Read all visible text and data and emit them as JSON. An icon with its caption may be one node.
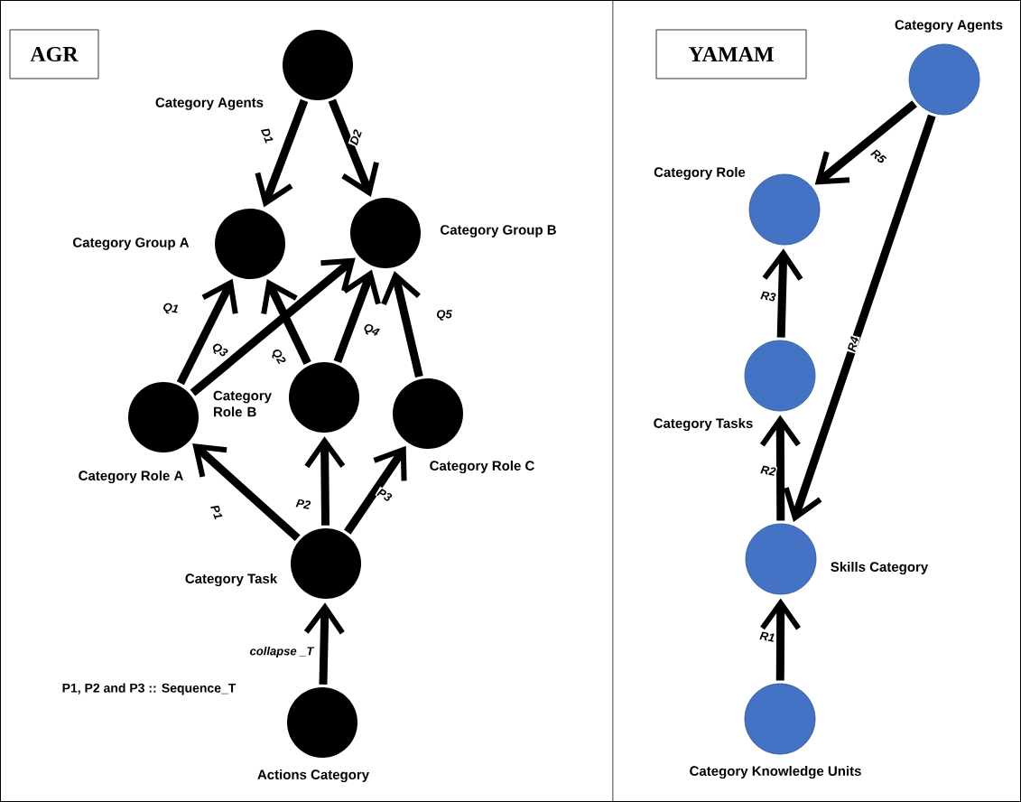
{
  "diagram": {
    "nodes": [
      {
        "text": [
          "AGR"
        ]
      },
      {
        "text": [
          "Category Agents"
        ]
      },
      {
        "text": [
          "Category Group A"
        ]
      },
      {
        "text": [
          "Category Group B"
        ]
      },
      {
        "text": [
          "Category Role A"
        ]
      },
      {
        "text": [
          "Category Role B"
        ]
      },
      {
        "text": [
          "Category Role C"
        ]
      },
      {
        "text": [
          "Category Task"
        ]
      },
      {
        "text": [
          "Actions Category"
        ]
      },
      {
        "text": [
          "YAMAM"
        ]
      },
      {
        "text": [
          "Category Agents"
        ]
      },
      {
        "text": [
          "Category Role"
        ]
      },
      {
        "text": [
          "Category Tasks"
        ]
      },
      {
        "text": [
          "Skills Category"
        ]
      },
      {
        "text": [
          "Category Knowledge Units"
        ]
      }
    ],
    "edges": [
      {
        "from": 1,
        "to": 2,
        "arrow": "to",
        "label": "D1"
      },
      {
        "from": 1,
        "to": 3,
        "arrow": "to",
        "label": "D2"
      },
      {
        "from": 4,
        "to": 2,
        "arrow": "to",
        "label": "Q1"
      },
      {
        "from": 4,
        "to": 3,
        "arrow": "to",
        "label": "Q3"
      },
      {
        "from": 5,
        "to": 2,
        "arrow": "to",
        "label": "Q2"
      },
      {
        "from": 5,
        "to": 3,
        "arrow": "to",
        "label": "Q4"
      },
      {
        "from": 6,
        "to": 3,
        "arrow": "to",
        "label": "Q5"
      },
      {
        "from": 7,
        "to": 4,
        "arrow": "to",
        "label": "P1"
      },
      {
        "from": 7,
        "to": 5,
        "arrow": "to",
        "label": "P2"
      },
      {
        "from": 7,
        "to": 6,
        "arrow": "to",
        "label": "P3"
      },
      {
        "from": 8,
        "to": 7,
        "arrow": "to",
        "label": "collapse _T"
      },
      {
        "from": 10,
        "to": 11,
        "arrow": "to",
        "label": "R5"
      },
      {
        "from": 12,
        "to": 11,
        "arrow": "to",
        "label": "R3"
      },
      {
        "from": 10,
        "to": 13,
        "arrow": "to",
        "label": "R4"
      },
      {
        "from": 13,
        "to": 12,
        "arrow": "to",
        "label": "R2"
      },
      {
        "from": 14,
        "to": 13,
        "arrow": "to",
        "label": "R1"
      }
    ],
    "labels": [
      "P1, P2 and P3 :: Sequence_T"
    ]
  }
}
